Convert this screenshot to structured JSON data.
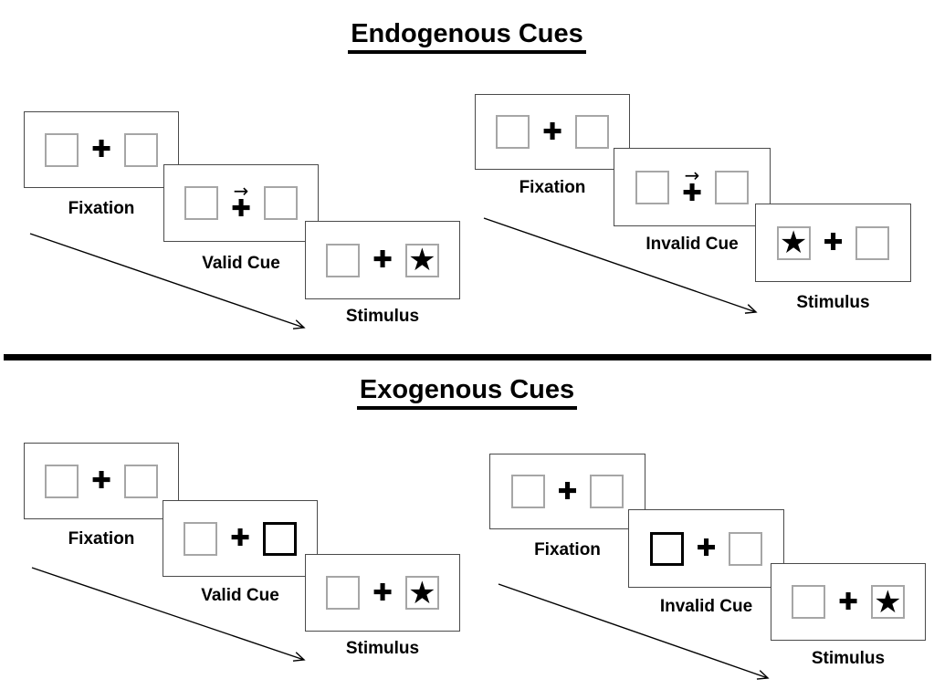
{
  "titles": {
    "endogenous": "Endogenous Cues",
    "exogenous": "Exogenous Cues"
  },
  "glyphs": {
    "plus": "✚",
    "star": "★",
    "cue_arrow": "→"
  },
  "endogenous": {
    "valid": {
      "fixation_label": "Fixation",
      "cue_label": "Valid Cue",
      "stimulus_label": "Stimulus"
    },
    "invalid": {
      "fixation_label": "Fixation",
      "cue_label": "Invalid Cue",
      "stimulus_label": "Stimulus"
    }
  },
  "exogenous": {
    "valid": {
      "fixation_label": "Fixation",
      "cue_label": "Valid Cue",
      "stimulus_label": "Stimulus"
    },
    "invalid": {
      "fixation_label": "Fixation",
      "cue_label": "Invalid Cue",
      "stimulus_label": "Stimulus"
    }
  }
}
